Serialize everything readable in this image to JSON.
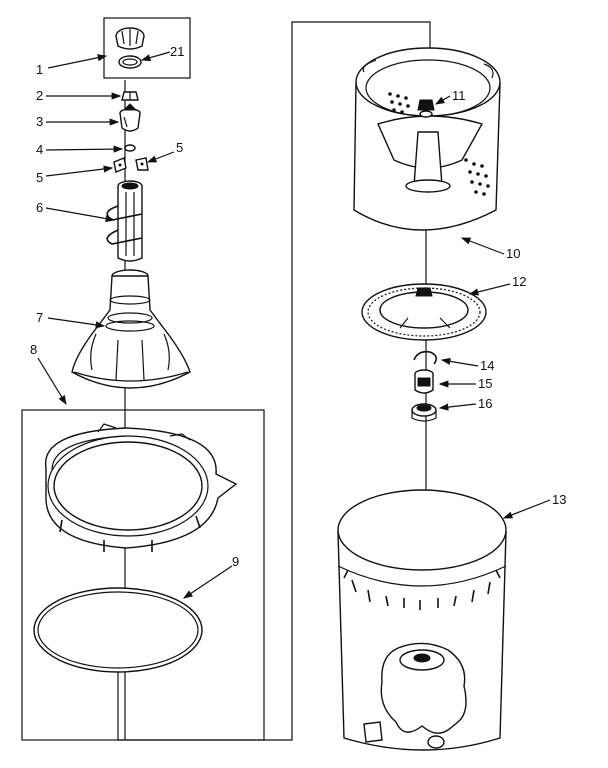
{
  "labels": {
    "p1": "1",
    "p21": "21",
    "p2": "2",
    "p3": "3",
    "p4": "4",
    "p5a": "5",
    "p5b": "5",
    "p6": "6",
    "p7": "7",
    "p8": "8",
    "p9": "9",
    "p10": "10",
    "p11": "11",
    "p12": "12",
    "p13": "13",
    "p14": "14",
    "p15": "15",
    "p16": "16"
  }
}
